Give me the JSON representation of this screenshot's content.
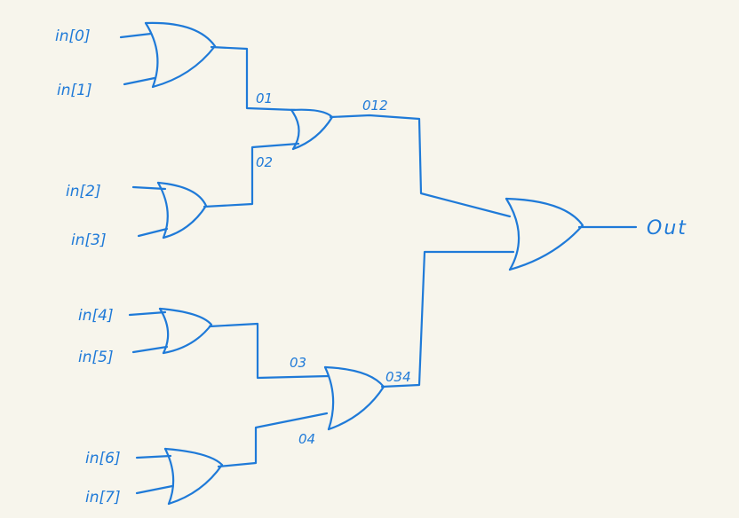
{
  "colors": {
    "ink": "#1f7ad8",
    "background": "#f7f5ec"
  },
  "inputs": [
    "in[0]",
    "in[1]",
    "in[2]",
    "in[3]",
    "in[4]",
    "in[5]",
    "in[6]",
    "in[7]"
  ],
  "wires": {
    "o1": "01",
    "o2": "02",
    "o3": "03",
    "o4": "04",
    "o12": "012",
    "o34": "034"
  },
  "output": "Out"
}
